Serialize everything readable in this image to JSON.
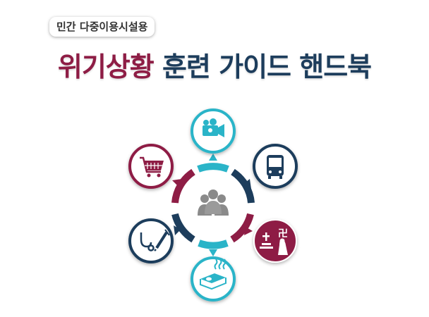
{
  "badge": {
    "text": "민간 다중이용시설용"
  },
  "title": {
    "accent": "위기상황",
    "rest": "훈련 가이드 핸드북"
  },
  "colors": {
    "navy": "#1d3d5c",
    "maroon": "#8e1d45",
    "teal": "#2ab4c8",
    "gray": "#8a8a8a"
  },
  "icons": [
    {
      "name": "video-camera-icon",
      "color": "teal"
    },
    {
      "name": "bus-icon",
      "color": "navy"
    },
    {
      "name": "funeral-icon",
      "color": "maroon"
    },
    {
      "name": "hot-spring-bath-icon",
      "color": "teal"
    },
    {
      "name": "medical-icon",
      "color": "navy"
    },
    {
      "name": "shopping-cart-icon",
      "color": "maroon"
    }
  ],
  "center": {
    "icon": "people-group-icon"
  }
}
